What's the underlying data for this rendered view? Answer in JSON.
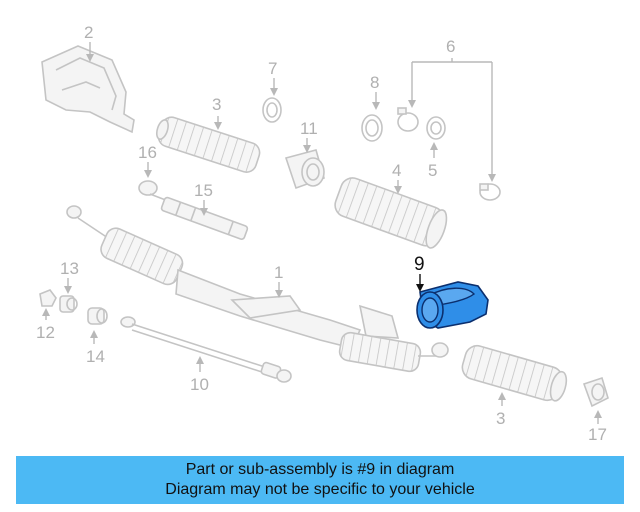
{
  "highlight_color": "#2f8ee8",
  "banner_color": "#4cb9f4",
  "callouts": {
    "c1": "1",
    "c2": "2",
    "c3a": "3",
    "c3b": "3",
    "c4": "4",
    "c5": "5",
    "c6": "6",
    "c7": "7",
    "c8": "8",
    "c9": "9",
    "c10": "10",
    "c11": "11",
    "c12": "12",
    "c13": "13",
    "c14": "14",
    "c15": "15",
    "c16": "16",
    "c17": "17"
  },
  "banner": {
    "line1": "Part or sub-assembly is #9 in diagram",
    "line2": "Diagram may not be specific to your vehicle"
  }
}
